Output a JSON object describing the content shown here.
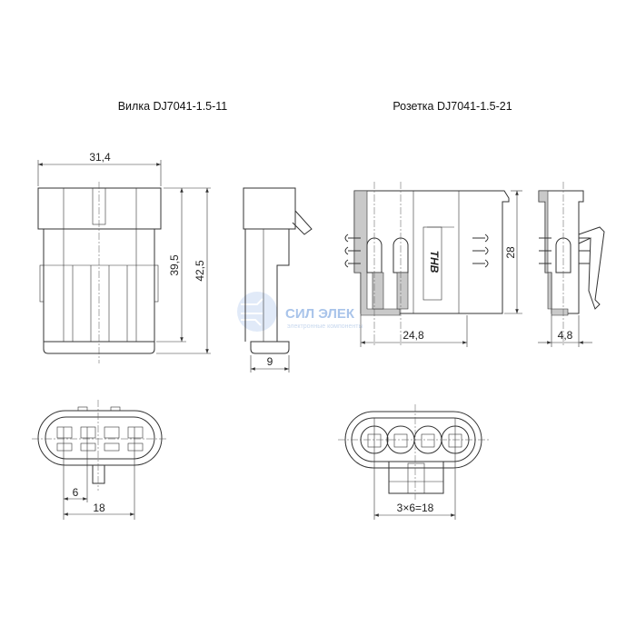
{
  "titles": {
    "plug": "Вилка DJ7041-1.5-11",
    "socket": "Розетка DJ7041-1.5-21"
  },
  "dimensions": {
    "plug_width": "31,4",
    "plug_height_body": "39,5",
    "plug_height_total": "42,5",
    "plug_depth": "9",
    "plug_pitch": "6",
    "plug_span": "18",
    "socket_height": "28",
    "socket_width": "24,8",
    "socket_depth": "4,8",
    "socket_span": "3×6=18"
  },
  "marking": "THB",
  "watermark": {
    "name": "СИЛ ЭЛЕК",
    "tagline": "электронные компоненты",
    "color": "#a9c4ea"
  }
}
